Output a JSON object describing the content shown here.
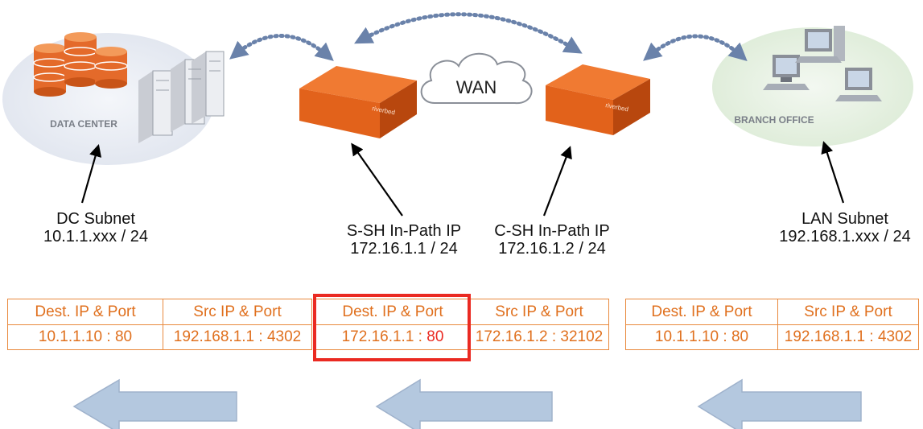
{
  "nodes": {
    "data_center": {
      "label": "DATA CENTER"
    },
    "wan": {
      "label": "WAN"
    },
    "branch_office": {
      "label": "BRANCH OFFICE"
    },
    "appliance_brand": "riverbed"
  },
  "labels": {
    "dc_subnet": {
      "title": "DC Subnet",
      "value": "10.1.1.xxx / 24"
    },
    "ssh_inpath": {
      "title": "S-SH In-Path IP",
      "value": "172.16.1.1 / 24"
    },
    "csh_inpath": {
      "title": "C-SH In-Path IP",
      "value": "172.16.1.2 / 24"
    },
    "lan_subnet": {
      "title": "LAN Subnet",
      "value": "192.168.1.xxx / 24"
    }
  },
  "tables": [
    {
      "headers": [
        "Dest. IP & Port",
        "Src IP & Port"
      ],
      "row": [
        "10.1.1.10 : 80",
        "192.168.1.1 : 4302"
      ]
    },
    {
      "headers": [
        "Dest. IP & Port",
        "Src IP & Port"
      ],
      "row_dest_ip": "172.16.1.1 : ",
      "row_dest_port": "80",
      "row_src": "172.16.1.2 : 32102",
      "highlighted_column": "Dest. IP & Port"
    },
    {
      "headers": [
        "Dest. IP & Port",
        "Src IP & Port"
      ],
      "row": [
        "10.1.1.10 : 80",
        "192.168.1.1 : 4302"
      ]
    }
  ],
  "flow_direction": "right-to-left",
  "colors": {
    "table_text": "#e0701e",
    "table_border": "#e98a3e",
    "highlight": "#ea2a22",
    "flow_arrow": "#b4c8df",
    "dotted_arrow": "#6a82aa",
    "appliance": "#e2621b"
  }
}
